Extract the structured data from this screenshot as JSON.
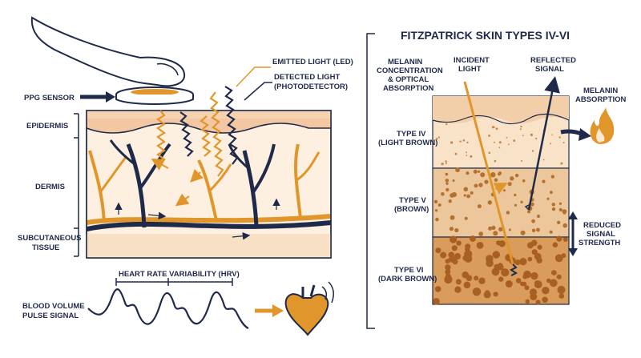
{
  "left": {
    "ppg_sensor": "PPG SENSOR",
    "emitted_light": [
      "EMITTED LIGHT (LED)"
    ],
    "detected_light": [
      "DETECTED LIGHT",
      "(PHOTODETECTOR)"
    ],
    "epidermis": "EPIDERMIS",
    "dermis": "DERMIS",
    "subcutaneous": [
      "SUBCUTANEOUS",
      "TISSUE"
    ],
    "hrv": "HEART RATE VARIABILITY (HRV)",
    "bvp": [
      "BLOOD VOLUME",
      "PULSE SIGNAL"
    ]
  },
  "right": {
    "title": "FITZPATRICK SKIN TYPES IV-VI",
    "melanin_conc": [
      "MELANIN",
      "CONCENTRATION",
      "& OPTICAL",
      "ABSORPTION"
    ],
    "incident": [
      "INCIDENT",
      "LIGHT"
    ],
    "reflected": [
      "REFLECTED",
      "SIGNAL"
    ],
    "melanin_abs": [
      "MELANIN",
      "ABSORPTION"
    ],
    "type4": [
      "TYPE IV",
      "(LIGHT BROWN)"
    ],
    "type5": [
      "TYPE V",
      "(BROWN)"
    ],
    "type6": [
      "TYPE VI",
      "(DARK BROWN)"
    ],
    "reduced": [
      "REDUCED",
      "SIGNAL",
      "STRENGTH"
    ]
  },
  "colors": {
    "navy": "#1f2a4a",
    "orange": "#e0962a",
    "skin": "#fbe8d3",
    "epidermis": "#f2c7a2",
    "type4": "#f8e2c8",
    "type5": "#edc79c",
    "type6": "#d99c5a"
  }
}
